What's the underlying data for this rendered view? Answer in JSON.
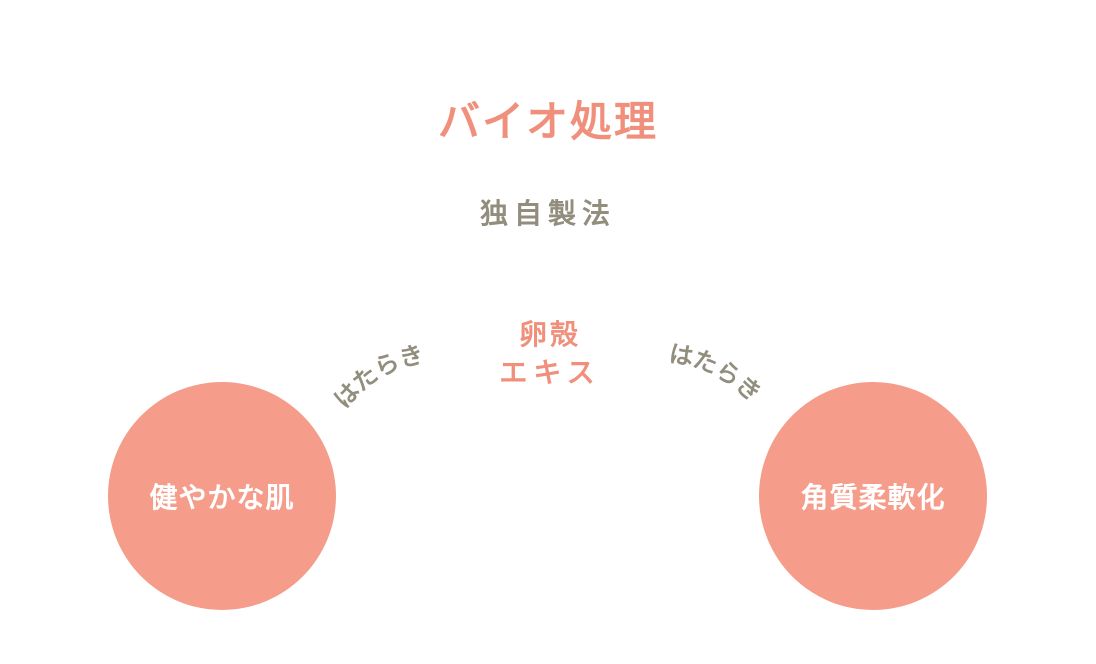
{
  "title": "バイオ処理",
  "subtitle": "独自製法",
  "center": {
    "line1": "卵殻",
    "line2": "エキス"
  },
  "arrows": {
    "left_label": "はたらき",
    "right_label": "はたらき"
  },
  "circles": [
    {
      "label": "健やかな肌"
    },
    {
      "label": "角質柔軟化"
    }
  ],
  "colors": {
    "accent": "#f08f7c",
    "circle": "#f59c8b",
    "muted": "#918e7e",
    "circle_text": "#ffffff"
  }
}
